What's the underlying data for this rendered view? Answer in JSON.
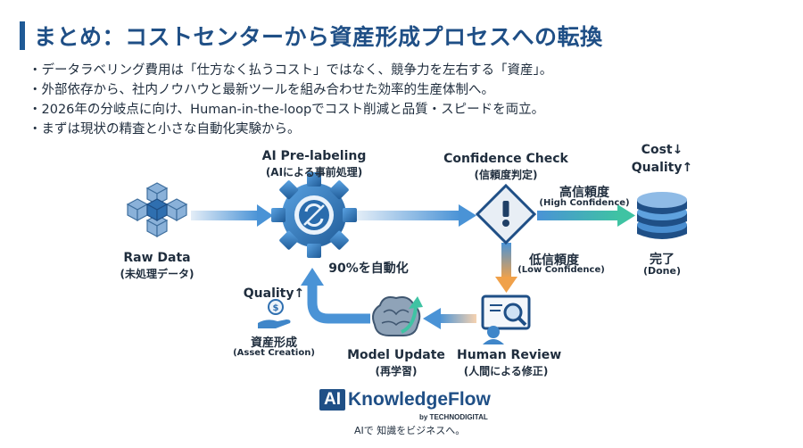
{
  "title": "まとめ：コストセンターから資産形成プロセスへの転換",
  "bullets": [
    "データラベリング費用は「仕方なく払うコスト」ではなく、競争力を左右する「資産」。",
    "外部依存から、社内ノウハウと最新ツールを組み合わせた効率的生産体制へ。",
    "2026年の分岐点に向け、Human-in-the-loopでコスト削減と品質・スピードを両立。",
    "まずは現状の精査と小さな自動化実験から。"
  ],
  "nodes": {
    "raw_data": {
      "label": "Raw Data",
      "sub": "(未処理データ)",
      "icon": "cubes-icon"
    },
    "prelabel": {
      "label": "AI Pre-labeling",
      "sub": "(AIによる事前処理)",
      "note": "90%を自動化",
      "icon": "gear-icon"
    },
    "confidence": {
      "label": "Confidence Check",
      "sub": "(信頼度判定)",
      "icon": "warning-icon"
    },
    "done": {
      "top1": "Cost↓",
      "top2": "Quality↑",
      "label": "完了",
      "sub": "(Done)",
      "icon": "layers-icon"
    },
    "human": {
      "label": "Human Review",
      "sub": "(人間による修正)",
      "icon": "review-monitor-icon"
    },
    "model": {
      "label": "Model Update",
      "sub": "(再学習)",
      "icon": "brain-icon"
    },
    "asset": {
      "top": "Quality↑",
      "label": "資産形成",
      "sub": "(Asset Creation)",
      "icon": "money-hand-icon"
    }
  },
  "edges": {
    "high": {
      "label": "高信頼度",
      "sub": "(High Confidence)"
    },
    "low": {
      "label": "低信頼度",
      "sub": "(Low Confidence)"
    }
  },
  "colors": {
    "primary": "#1f5a96",
    "accent_blue": "#3d8fd8",
    "accent_teal": "#3fbfa8",
    "accent_orange": "#f0a14a"
  },
  "footer": {
    "brand_ai": "AI",
    "brand_name": "KnowledgeFlow",
    "brand_by": "by TECHNODIGITAL",
    "tagline": "AIで 知識をビジネスへ。"
  }
}
